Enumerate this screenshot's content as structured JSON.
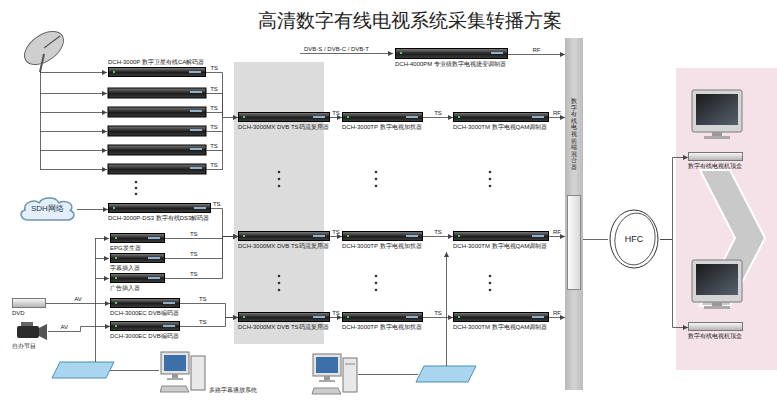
{
  "diagram": {
    "title": "高清数字有线电视系统采集转播方案",
    "nodes": [
      {
        "text": [
          "DCH-3000P 数字卫星有线CA解码器"
        ]
      },
      {
        "text": [
          "DCH-3000P-DS3 数字有线DS3解码器"
        ]
      },
      {
        "text": [
          "SDH网络"
        ]
      },
      {
        "text": [
          "EPG发生器"
        ]
      },
      {
        "text": [
          "字幕插入器"
        ]
      },
      {
        "text": [
          "广告插入器"
        ]
      },
      {
        "text": [
          "DCH-3000EC DVB编码器"
        ]
      },
      {
        "text": [
          "DCH-3000EC DVB编码器"
        ]
      },
      {
        "text": [
          "DVD"
        ]
      },
      {
        "text": [
          "自办节目"
        ]
      },
      {
        "text": [
          "DCH-3000MX DVB TS码流复用器"
        ]
      },
      {
        "text": [
          "DCH-3000MX DVB TS码流复用器"
        ]
      },
      {
        "text": [
          "DCH-3000MX DVB TS码流复用器"
        ]
      },
      {
        "text": [
          "DCH-3000TP 数字电视加扰器"
        ]
      },
      {
        "text": [
          "DCH-3000TP 数字电视加扰器"
        ]
      },
      {
        "text": [
          "DCH-3000TP 数字电视加扰器"
        ]
      },
      {
        "text": [
          "DCH-3000TM 数字电视QAM调制器"
        ]
      },
      {
        "text": [
          "DCH-3000TM 数字电视QAM调制器"
        ]
      },
      {
        "text": [
          "DCH-3000TM 数字电视QAM调制器"
        ]
      },
      {
        "text": [
          "DCH-4000PM 专业级数字电视捷变调制器"
        ]
      },
      {
        "text": [
          "数字有线电视前端混合器"
        ]
      },
      {
        "text": [
          "HFC"
        ]
      },
      {
        "text": [
          "数字有线电视机顶盒"
        ]
      },
      {
        "text": [
          "数字有线电视机顶盒"
        ]
      },
      {
        "text": [
          "多路字幕播放系统"
        ]
      }
    ],
    "edges": [
      {
        "from": 0,
        "to": 10,
        "label": "TS",
        "arrow": "to"
      },
      {
        "from": 2,
        "to": 1,
        "arrow": "to"
      },
      {
        "from": 1,
        "to": 11,
        "label": "TS",
        "arrow": "to"
      },
      {
        "from": 3,
        "to": 11,
        "label": "TS",
        "arrow": "to"
      },
      {
        "from": 4,
        "to": 11,
        "label": "TS",
        "arrow": "to"
      },
      {
        "from": 5,
        "to": 11,
        "label": "TS",
        "arrow": "to"
      },
      {
        "from": 8,
        "to": 6,
        "label": "AV",
        "arrow": "to"
      },
      {
        "from": 9,
        "to": 7,
        "label": "AV",
        "arrow": "to"
      },
      {
        "from": 6,
        "to": 12,
        "label": "TS",
        "arrow": "to"
      },
      {
        "from": 7,
        "to": 12,
        "label": "TS",
        "arrow": "to"
      },
      {
        "from": 10,
        "to": 13,
        "label": "TS",
        "arrow": "to"
      },
      {
        "from": 11,
        "to": 14,
        "label": "TS",
        "arrow": "to"
      },
      {
        "from": 12,
        "to": 15,
        "label": "TS",
        "arrow": "to"
      },
      {
        "from": 13,
        "to": 16,
        "label": "TS",
        "arrow": "to"
      },
      {
        "from": 14,
        "to": 17,
        "label": "TS",
        "arrow": "to"
      },
      {
        "from": 15,
        "to": 18,
        "label": "TS",
        "arrow": "to"
      },
      {
        "from": 16,
        "to": 20,
        "label": "RF",
        "arrow": "to"
      },
      {
        "from": 17,
        "to": 20,
        "label": "RF",
        "arrow": "to"
      },
      {
        "from": 18,
        "to": 20,
        "label": "RF",
        "arrow": "to"
      },
      {
        "from": 19,
        "to": 20,
        "label": "RF",
        "arrow": "to"
      },
      {
        "from": 20,
        "to": 21,
        "arrow": "none"
      },
      {
        "from": 21,
        "to": 22,
        "arrow": "to"
      },
      {
        "from": 21,
        "to": 23,
        "arrow": "to"
      }
    ],
    "labels": [
      "TS",
      "TS",
      "TS",
      "TS",
      "TS",
      "DVB-S / DVB-C / DVB-T"
    ]
  }
}
